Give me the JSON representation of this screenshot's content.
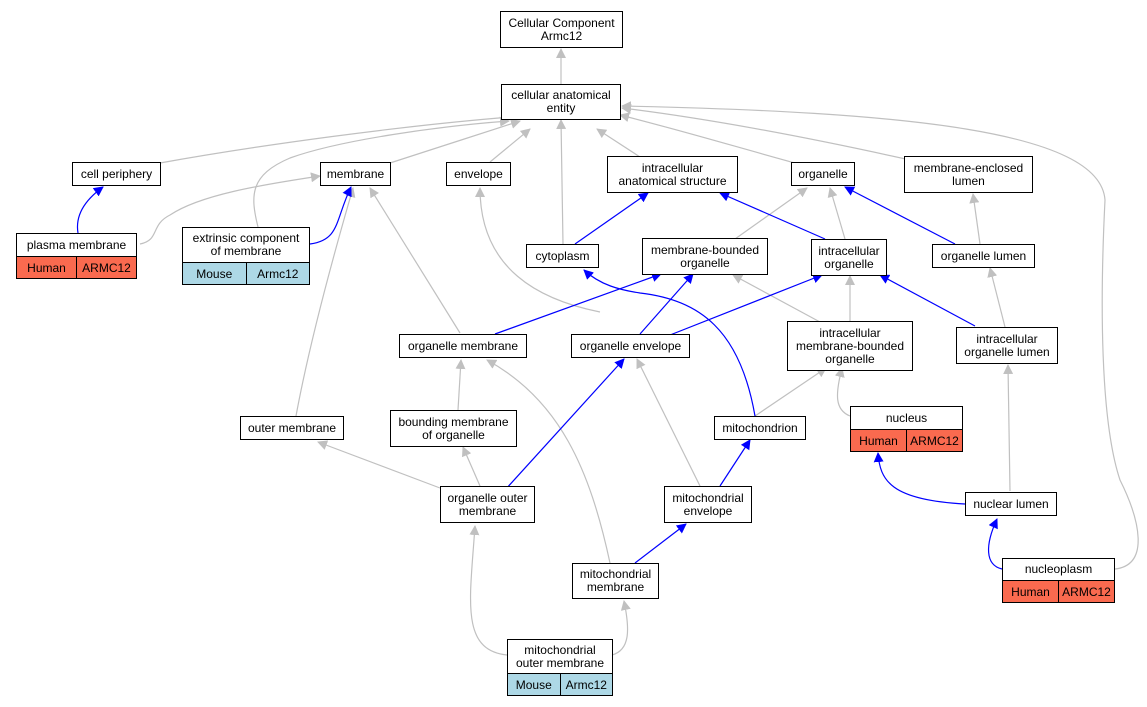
{
  "colors": {
    "gray_edge": "#c0c0c0",
    "blue_edge": "#0000ff",
    "human": "#fa6a4f",
    "mouse": "#add8e6"
  },
  "nodes": {
    "root": {
      "label": "Cellular Component\nArmc12"
    },
    "cae": {
      "label": "cellular anatomical\nentity"
    },
    "cellperiphery": {
      "label": "cell periphery"
    },
    "membrane": {
      "label": "membrane"
    },
    "envelope": {
      "label": "envelope"
    },
    "ias": {
      "label": "intracellular\nanatomical structure"
    },
    "organelle": {
      "label": "organelle"
    },
    "mel": {
      "label": "membrane-enclosed\nlumen"
    },
    "plasmamembrane": {
      "label": "plasma membrane",
      "species": "Human",
      "gene": "ARMC12"
    },
    "extrinsic": {
      "label": "extrinsic component\nof membrane",
      "species": "Mouse",
      "gene": "Armc12"
    },
    "cytoplasm": {
      "label": "cytoplasm"
    },
    "mbo": {
      "label": "membrane-bounded\norganelle"
    },
    "io": {
      "label": "intracellular\norganelle"
    },
    "organellelumen": {
      "label": "organelle lumen"
    },
    "organellemembrane": {
      "label": "organelle membrane"
    },
    "organelleenvelope": {
      "label": "organelle envelope"
    },
    "imbo": {
      "label": "intracellular\nmembrane-bounded\norganelle"
    },
    "iol": {
      "label": "intracellular\norganelle lumen"
    },
    "outermembrane": {
      "label": "outer membrane"
    },
    "boundingmembrane": {
      "label": "bounding membrane\nof organelle"
    },
    "mitochondrion": {
      "label": "mitochondrion"
    },
    "nucleus": {
      "label": "nucleus",
      "species": "Human",
      "gene": "ARMC12"
    },
    "oom": {
      "label": "organelle outer\nmembrane"
    },
    "mitoenvelope": {
      "label": "mitochondrial\nenvelope"
    },
    "nuclearlumen": {
      "label": "nuclear lumen"
    },
    "mitomembrane": {
      "label": "mitochondrial\nmembrane"
    },
    "nucleoplasm": {
      "label": "nucleoplasm",
      "species": "Human",
      "gene": "ARMC12"
    },
    "mom": {
      "label": "mitochondrial\nouter membrane",
      "species": "Mouse",
      "gene": "Armc12"
    }
  }
}
